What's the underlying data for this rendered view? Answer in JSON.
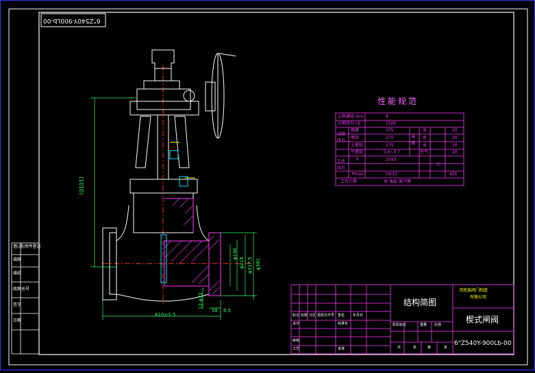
{
  "drawing": {
    "drawing_number_mirrored": "6\"Z540Y-900Lb-00",
    "drawing_number": "6\"Z540Y-900Lb-00",
    "part_name": "楔式闸阀",
    "drawing_type": "结构简图",
    "company_line1": "河南某阀门制造",
    "company_line2": "有限公司"
  },
  "dimensions": {
    "height": "(1010)",
    "length": "610±1.5",
    "d1": "φ146",
    "d2": "φ216",
    "d3": "φ317.5",
    "d4": "φ381",
    "flange_thk": "58",
    "raised_face": "6.5",
    "bolts": "12-φ32"
  },
  "performance_table": {
    "title": "性能规范",
    "rows": [
      {
        "label": "公称通径 mm",
        "value": "8"
      },
      {
        "label": "公称压力 Lb",
        "value": "1500"
      },
      {
        "label": "强度",
        "value": "375"
      },
      {
        "label": "密封",
        "value": "275"
      },
      {
        "label": "上密封",
        "value": "275"
      },
      {
        "label": "气密封",
        "value": "0.6~0.7"
      },
      {
        "label": "P",
        "value": "2593"
      },
      {
        "label": "Pmax",
        "value": "14.22"
      }
    ],
    "side_labels": [
      "试验压力",
      "工作压力",
      "温度"
    ],
    "media_labels": [
      "水",
      "水",
      "水",
      "空气"
    ],
    "temps": [
      "20",
      "20",
      "20",
      "20"
    ],
    "temp_unit": "℃",
    "max_temp": "425",
    "work_medium_label": "工作介质",
    "work_medium": "水  油品  蒸汽等"
  },
  "left_strip": {
    "items": [
      "借(通)用件登记",
      "描图",
      "描校",
      "底图总号",
      "签字",
      "日期"
    ]
  },
  "title_block": {
    "labels": [
      "标记",
      "处数",
      "分区",
      "更改文件号",
      "签名",
      "年月日",
      "设计",
      "标准化",
      "审核",
      "工艺",
      "批准",
      "阶段标记",
      "重量",
      "比例",
      "共",
      "张",
      "第",
      "张"
    ]
  }
}
